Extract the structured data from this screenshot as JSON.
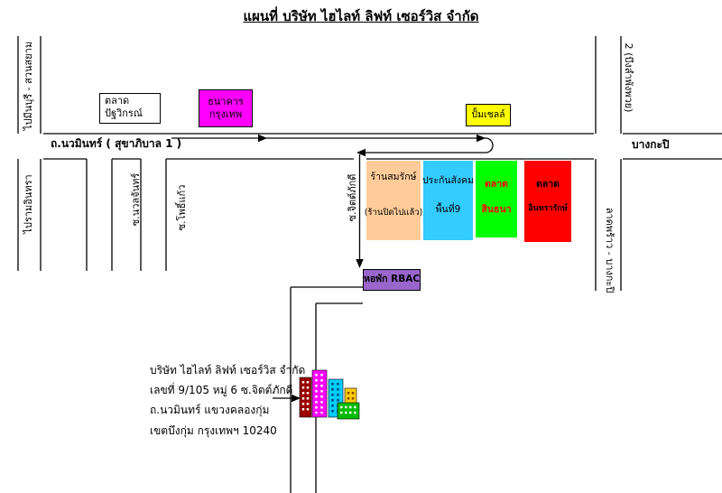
{
  "title": "แผนที่ บริษัท ไฮไลท์ ลิฟท์ เซอร์วิส จำกัด",
  "roads": {
    "nawamin": "ถ.นวมินทร์ ( สุขาภิบาล 1 )",
    "bangkapi": "บางกะปิ",
    "to_minburi": "ไปมีนบุรี - สวนสยาม",
    "bueng_lamphangphuai": "2 (บึงลำพังพวย)",
    "to_ramindra": "ไปรามอินทรา",
    "soi_nuanchan": "ซ.นวลจันทร์",
    "soi_phokaeo": "ซ.โพธิ์แก้ว",
    "soi_chitphakdi": "ซ.จิตต์ภักดี",
    "latphrao_bangkapi": "ลาดพร้าว - บางกะปิ"
  },
  "landmarks": {
    "patthawikon": {
      "line1": "ตลาด",
      "line2": "ปัฐวิกรณ์"
    },
    "bank": {
      "line1": "ธนาคาร",
      "line2": "กรุงเทพ"
    },
    "shell": {
      "label": "ปั้มเชลล์"
    },
    "somrak": {
      "line1": "ร้านสมรักษ์",
      "line2": "(ร้านปิดไปแล้ว)"
    },
    "sso": {
      "line1": "ประกันสังคม",
      "line2": "พื้นที่9"
    },
    "sinthana": {
      "line1": "ตลาด",
      "line2": "สินธนา"
    },
    "intharak": {
      "line1": "ตลาด",
      "line2": "อินทรารักษ์"
    },
    "rbac": {
      "label": "หอพัก RBAC"
    }
  },
  "company": {
    "name": "บริษัท ไฮไลท์ ลิฟท์ เซอร์วิส จำกัด",
    "address1": "เลขที่ 9/105 หมู่ 6 ซ.จิตต์ภักดี",
    "address2": "ถ.นวมินทร์ แขวงคลองกุ่ม",
    "address3": "เขตบึงกุ่ม กรุงเทพฯ 10240"
  },
  "colors": {
    "bank_box": "#FF00FF",
    "shell_box": "#FFFF00",
    "somrak_box": "#FFCC99",
    "sso_box": "#33CCFF",
    "sinthana_box": "#00FF00",
    "sinthana_text": "#FF0000",
    "intharak_box": "#FF0000",
    "rbac_box": "#9966CC",
    "road_line": "#000000"
  }
}
